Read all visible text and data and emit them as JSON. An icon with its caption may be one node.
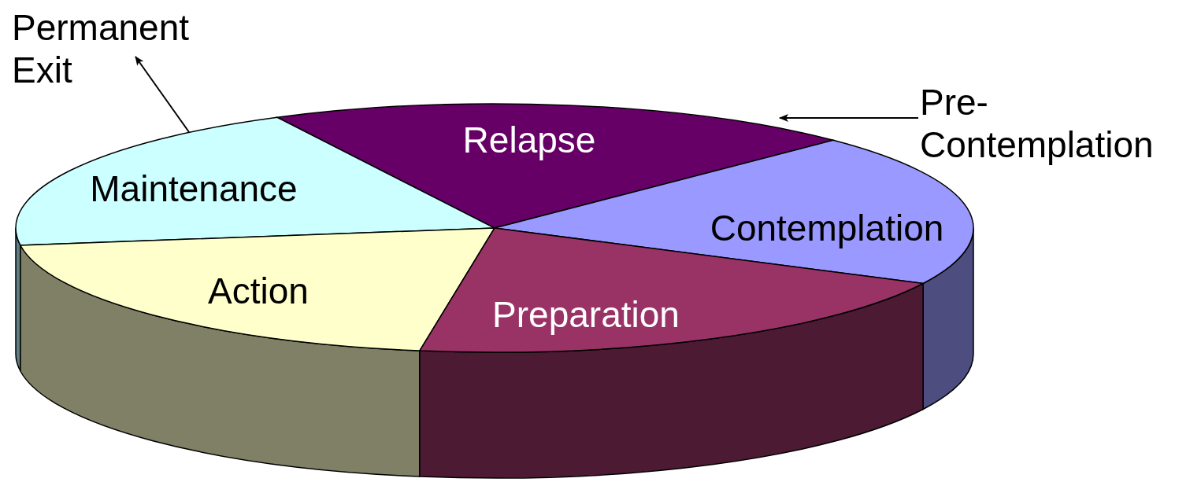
{
  "diagram": {
    "nodes": [
      {
        "text": [
          "Permanent Exit"
        ]
      },
      {
        "text": [
          "Pre-Contemplation"
        ]
      },
      {
        "text": [
          "Relapse"
        ]
      },
      {
        "text": [
          "Maintenance"
        ]
      },
      {
        "text": [
          "Contemplation"
        ]
      },
      {
        "text": [
          "Action"
        ]
      },
      {
        "text": [
          "Preparation"
        ]
      }
    ],
    "edges": [
      {
        "from": 3,
        "to": 0,
        "arrow": "to"
      },
      {
        "from": 1,
        "to": 2,
        "arrow": "to"
      }
    ]
  }
}
